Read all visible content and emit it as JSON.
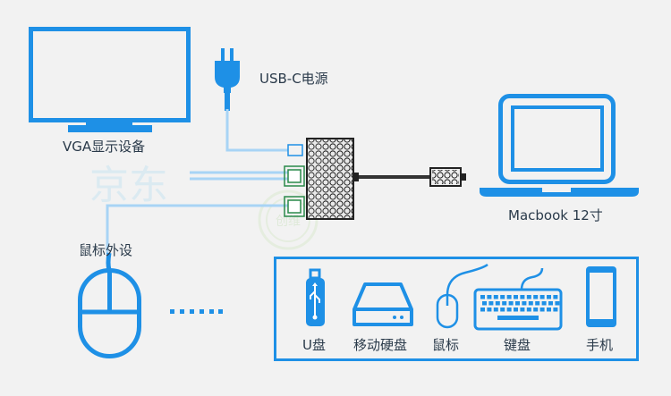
{
  "colors": {
    "accent": "#1e90e6",
    "accent_light": "#a8d4f5",
    "text": "#2a3a4a",
    "background": "#f2f2f2",
    "box_border": "#1e90e6"
  },
  "labels": {
    "monitor": "VGA显示设备",
    "power": "USB-C电源",
    "laptop": "Macbook 12寸",
    "mouse_peripheral": "鼠标外设",
    "ellipsis": "......"
  },
  "devices": {
    "usb_drive": {
      "label": "U盘",
      "icon": "usb-drive-icon"
    },
    "hard_drive": {
      "label": "移动硬盘",
      "icon": "hard-drive-icon"
    },
    "mouse": {
      "label": "鼠标",
      "icon": "mouse-icon"
    },
    "keyboard": {
      "label": "键盘",
      "icon": "keyboard-icon"
    },
    "phone": {
      "label": "手机",
      "icon": "phone-icon"
    }
  },
  "watermark": {
    "text": "京东",
    "seal": "创维"
  }
}
